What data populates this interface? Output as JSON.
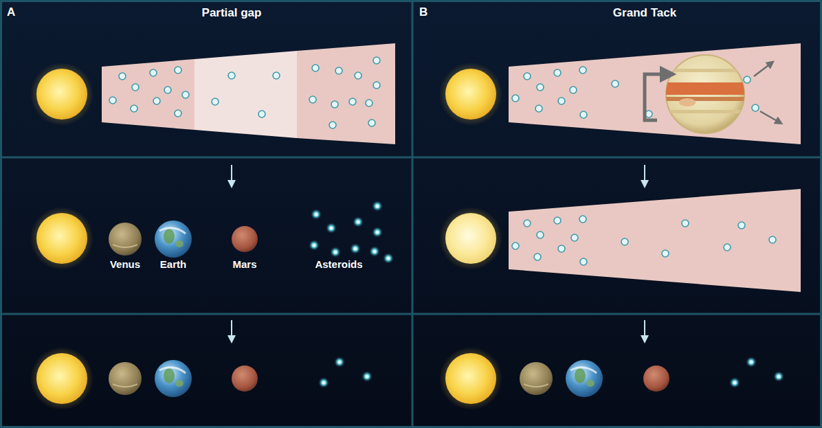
{
  "diagram": {
    "nodes": [
      {
        "text": [
          "A",
          "Partial gap"
        ]
      },
      {
        "text": [
          "B",
          "Grand Tack"
        ]
      }
    ],
    "labels": [
      "Venus",
      "Earth",
      "Mars",
      "Asteroids"
    ]
  }
}
